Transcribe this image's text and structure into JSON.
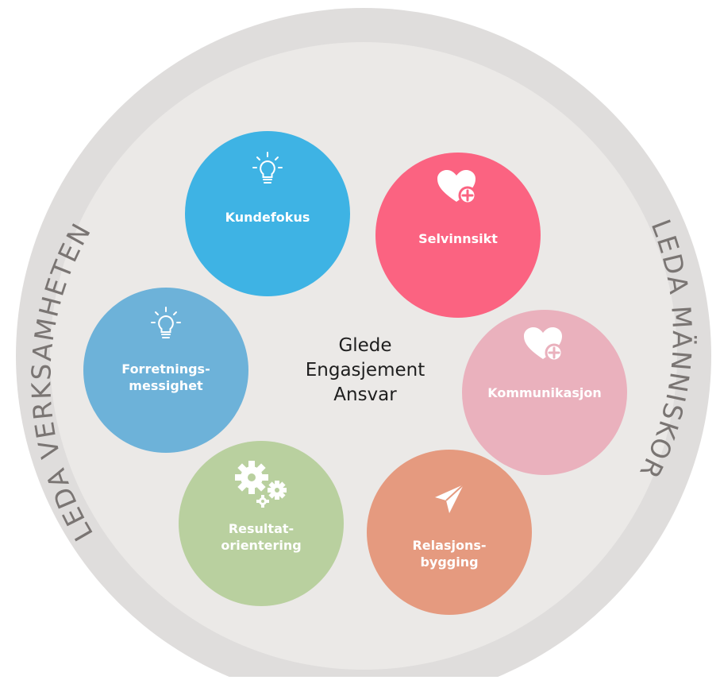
{
  "outer_ring": {
    "left_text": "LEDA VERKSAMHETEN",
    "right_text": "LEDA MÄNNISKOR"
  },
  "center": {
    "line1": "Glede",
    "line2": "Engasjement",
    "line3": "Ansvar"
  },
  "bubbles": [
    {
      "label": "Kundefokus",
      "color": "#3eb3e4",
      "icon": "lightbulb-icon"
    },
    {
      "label": "Selvinnsikt",
      "color": "#fb6381",
      "icon": "heart-plus-icon"
    },
    {
      "label": "Kommunikasjon",
      "color": "#eab1bd",
      "icon": "heart-plus-icon"
    },
    {
      "label": "Relasjons-\nbygging",
      "color": "#e59a7f",
      "icon": "paper-plane-icon"
    },
    {
      "label": "Resultat-\norientering",
      "color": "#b9d09f",
      "icon": "gears-icon"
    },
    {
      "label": "Forretnings-\nmessighet",
      "color": "#6db2d9",
      "icon": "lightbulb-icon"
    }
  ],
  "colors": {
    "outer_ring": "#dfdddc",
    "inner_disc": "#ebe9e7",
    "ring_text": "#7a7573"
  }
}
